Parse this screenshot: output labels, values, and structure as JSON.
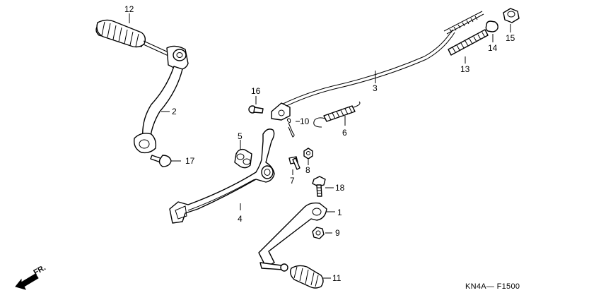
{
  "diagram": {
    "callouts": [
      {
        "id": "c1",
        "label": "1"
      },
      {
        "id": "c2",
        "label": "2"
      },
      {
        "id": "c3",
        "label": "3"
      },
      {
        "id": "c4",
        "label": "4"
      },
      {
        "id": "c5",
        "label": "5"
      },
      {
        "id": "c6",
        "label": "6"
      },
      {
        "id": "c7",
        "label": "7"
      },
      {
        "id": "c8",
        "label": "8"
      },
      {
        "id": "c9",
        "label": "9"
      },
      {
        "id": "c10",
        "label": "10"
      },
      {
        "id": "c11",
        "label": "11"
      },
      {
        "id": "c12",
        "label": "12"
      },
      {
        "id": "c13",
        "label": "13"
      },
      {
        "id": "c14",
        "label": "14"
      },
      {
        "id": "c15",
        "label": "15"
      },
      {
        "id": "c16",
        "label": "16"
      },
      {
        "id": "c17",
        "label": "17"
      },
      {
        "id": "c18",
        "label": "18"
      }
    ],
    "direction_label": "FR.",
    "drawing_code": "KN4A— F1500"
  }
}
